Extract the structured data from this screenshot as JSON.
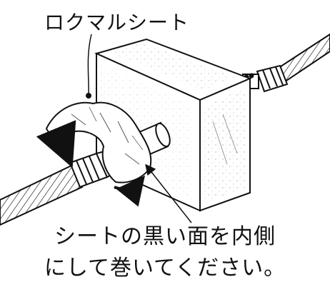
{
  "labels": {
    "sheet_name": "ロクマルシート"
  },
  "caption": {
    "line1": "シートの黒い面を内側",
    "line2": "にして巻いてください。"
  }
}
